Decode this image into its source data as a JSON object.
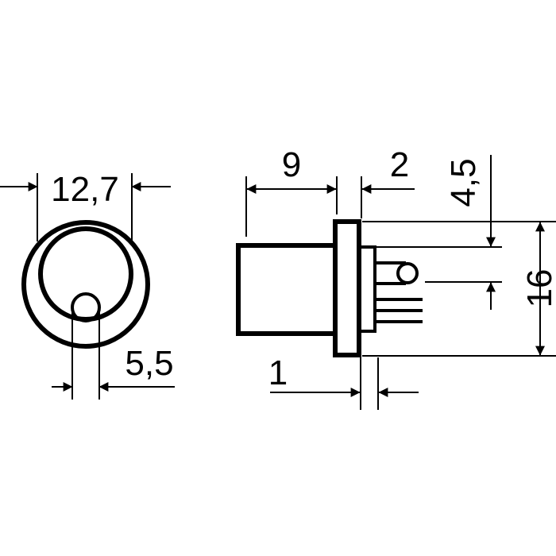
{
  "front_view": {
    "diameter_label": "12,7",
    "hole_label": "5,5"
  },
  "side_view": {
    "body_length_label": "9",
    "flange_label": "2",
    "pin_spacing_label": "4,5",
    "height_label": "16",
    "flange_gap_label": "1"
  }
}
